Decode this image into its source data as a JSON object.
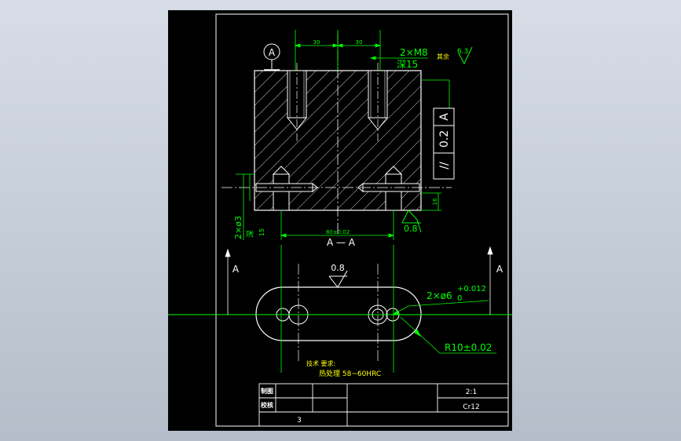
{
  "colors": {
    "background": "#000000",
    "geometry": "#ffffff",
    "dimension": "#00ff00",
    "annotation": "#ffff00",
    "frame": "#ffffff"
  },
  "view_a": {
    "label_a_circle": "A",
    "dim_30_left": "30",
    "dim_30_right": "30",
    "thread_callout": "2×M8",
    "thread_depth": "深15",
    "rest_label": "其余",
    "rest_roughness": "6.3",
    "tolerance_symbol": "//",
    "tolerance_value": "0.2",
    "tolerance_datum": "A",
    "side_dim": "16",
    "hole_callout": "2×ø3",
    "hole_depth_label": "深",
    "hole_depth_value": "15",
    "bottom_roughness": "0.8",
    "center_dim": "80±0.02"
  },
  "section_label": "A — A",
  "plan_view": {
    "arrow_left_label": "A",
    "arrow_right_label": "A",
    "top_roughness": "0.8",
    "pin_hole_callout": "2×ø6",
    "pin_hole_tol_upper": "+0.012",
    "pin_hole_tol_lower": "0",
    "radius_callout": "R10±0.02"
  },
  "notes": {
    "title": "技术 要求:",
    "line1": "热处理  58~60HRC"
  },
  "title_block": {
    "drawn_label": "制图",
    "checked_label": "校核",
    "scale": "2:1",
    "material": "Cr12",
    "sheet_number": "3"
  }
}
